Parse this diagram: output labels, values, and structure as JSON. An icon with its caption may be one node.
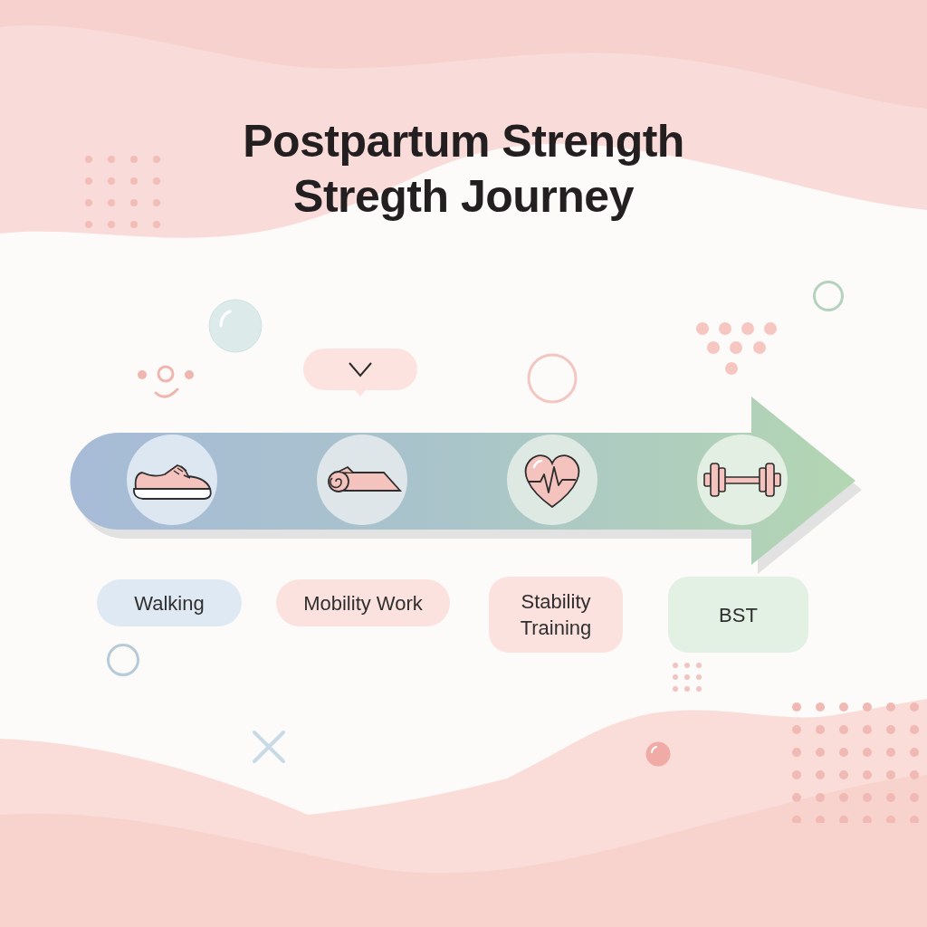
{
  "diagram": {
    "title": "Postpartum Strength Stregth Journey",
    "nodes": [
      {
        "text": [
          "Walking"
        ]
      },
      {
        "text": [
          "Mobility Work"
        ]
      },
      {
        "text": [
          "Stability Training"
        ]
      },
      {
        "text": [
          "BST"
        ]
      }
    ]
  }
}
